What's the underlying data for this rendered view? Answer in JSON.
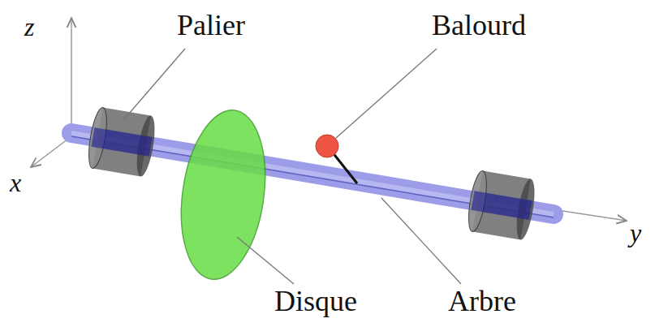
{
  "diagram": {
    "labels": [
      "z",
      "x",
      "y",
      "Palier",
      "Balourd",
      "Disque",
      "Arbre"
    ]
  }
}
